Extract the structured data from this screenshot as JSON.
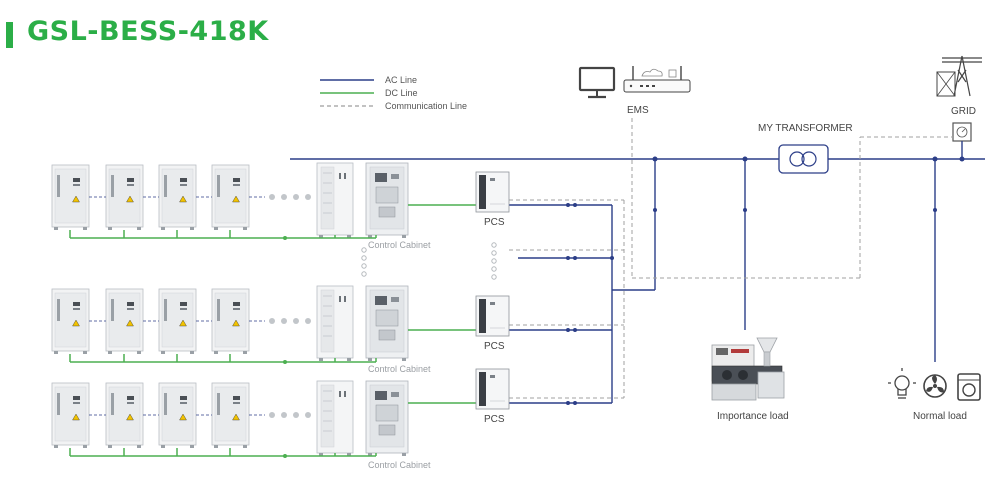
{
  "title": "GSL-BESS-418K",
  "legend": {
    "ac": "AC Line",
    "dc": "DC Line",
    "comm": "Communication Line"
  },
  "labels": {
    "ems": "EMS",
    "grid": "GRID",
    "transformer": "MY TRANSFORMER",
    "pcs": "PCS",
    "control_cabinet": "Control Cabinet",
    "importance_load": "Importance load",
    "normal_load": "Normal load"
  },
  "colors": {
    "title": "#2bae47",
    "ac_line": "#2c3e88",
    "dc_line": "#4caf50",
    "comm_line": "#9e9e9e"
  },
  "icons": [
    "monitor-icon",
    "router-icon",
    "grid-tower-icon",
    "meter-icon",
    "transformer-icon",
    "machine-icon",
    "bulb-icon",
    "fan-icon",
    "washer-icon"
  ]
}
